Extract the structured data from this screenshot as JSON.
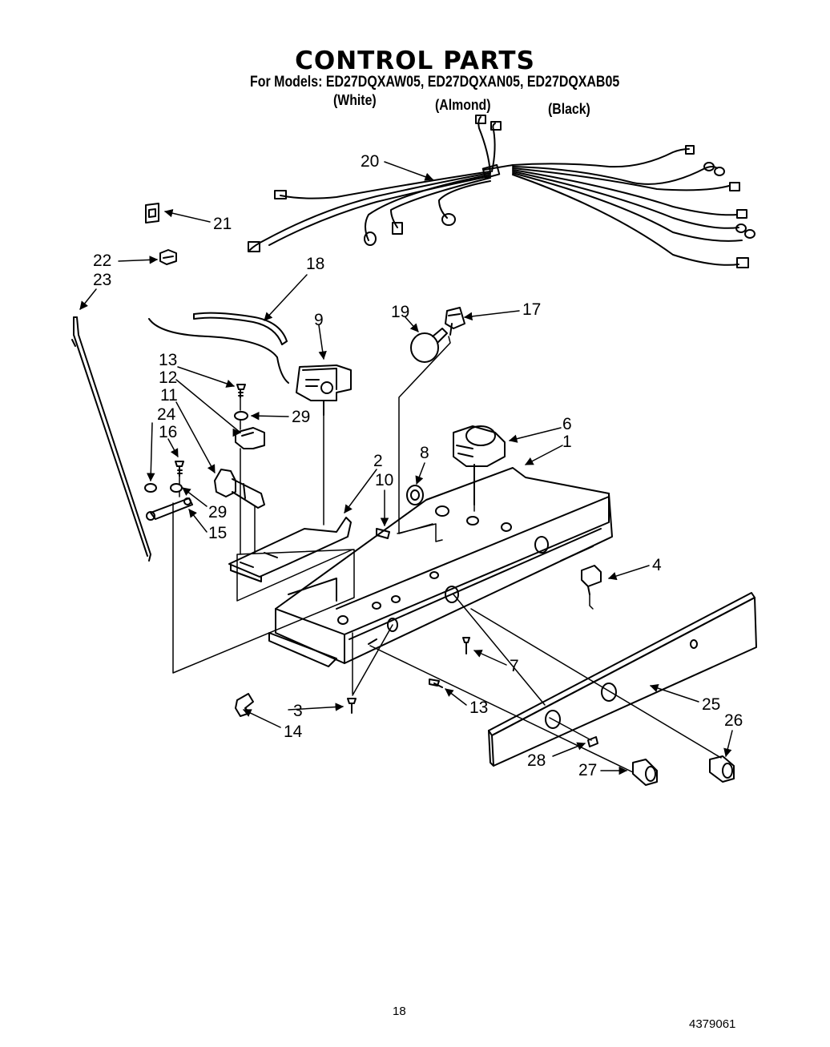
{
  "title": "CONTROL PARTS",
  "models_line": "For Models: ED27DQXAW05, ED27DQXAN05, ED27DQXAB05",
  "variants": [
    "(White)",
    "(Almond)",
    "(Black)"
  ],
  "callouts": {
    "c1": "1",
    "c2": "2",
    "c3": "3",
    "c4": "4",
    "c6": "6",
    "c7": "7",
    "c8": "8",
    "c9": "9",
    "c10": "10",
    "c11": "11",
    "c12": "12",
    "c13a": "13",
    "c13b": "13",
    "c14": "14",
    "c15": "15",
    "c16": "16",
    "c17": "17",
    "c18": "18",
    "c19": "19",
    "c20": "20",
    "c21": "21",
    "c22": "22",
    "c23": "23",
    "c24": "24",
    "c25": "25",
    "c26": "26",
    "c27": "27",
    "c28": "28",
    "c29a": "29",
    "c29b": "29"
  },
  "page_number": "18",
  "document_number": "4379061"
}
